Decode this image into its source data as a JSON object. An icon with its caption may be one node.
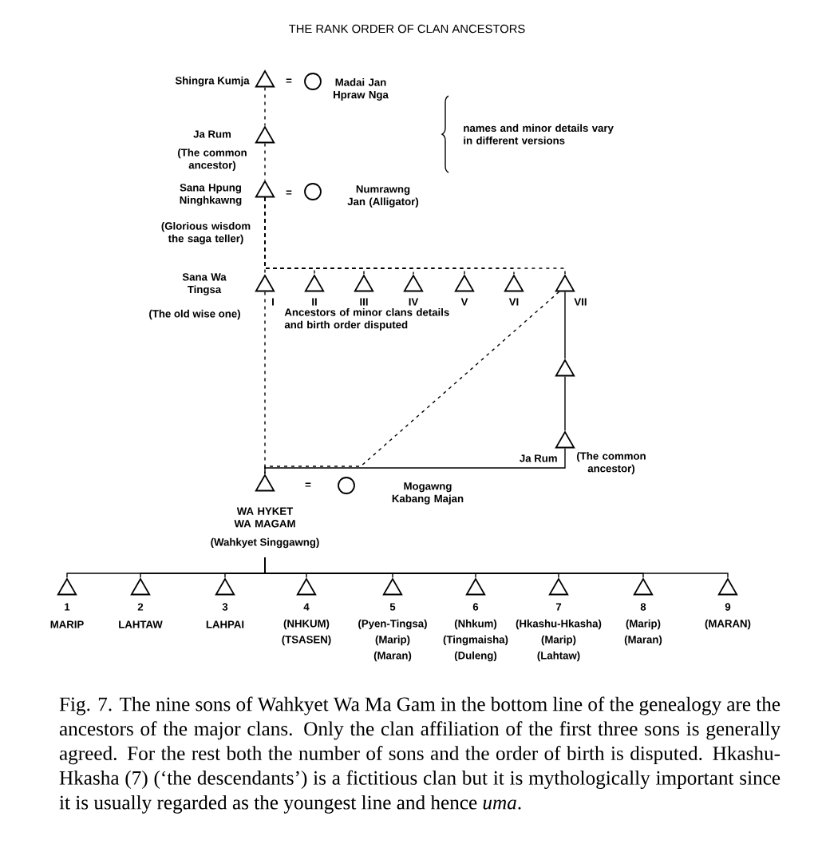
{
  "diagram": {
    "title": "THE RANK ORDER OF CLAN ANCESTORS",
    "caption": "Fig. 7. The nine sons of Wahkyet Wa Ma Gam in the bottom line of the genealogy are the ancestors of the major clans. Only the clan affiliation of the first three sons is generally agreed. For the rest both the number of sons and the order of birth is disputed. Hkashu-Hkasha (7) (‘the descendants’) is a fictitious clan but it is mythologically important since it is usually regarded as the youngest line and hence *uma*.",
    "nodes": [
      {
        "text": [],
        "shape": "triangle",
        "beside": [
          "Shingra Kumja"
        ]
      },
      {
        "text": [],
        "shape": "circle",
        "beside": [
          "Madai Jan Hpraw Nga"
        ]
      },
      {
        "text": [],
        "shape": "triangle",
        "beside": [
          "Ja Rum",
          "(The common ancestor)"
        ]
      },
      {
        "text": [],
        "shape": "triangle",
        "beside": [
          "Sana Hpung Ninghkawng",
          "(Glorious wisdom the saga teller)"
        ]
      },
      {
        "text": [],
        "shape": "circle",
        "beside": [
          "Numrawng Jan (Alligator)"
        ]
      },
      {
        "text": [],
        "shape": "triangle",
        "beside": [
          "I",
          "Sana Wa Tingsa",
          "(The old wise one)"
        ]
      },
      {
        "text": [],
        "shape": "triangle",
        "beside": [
          "II"
        ]
      },
      {
        "text": [],
        "shape": "triangle",
        "beside": [
          "III"
        ]
      },
      {
        "text": [],
        "shape": "triangle",
        "beside": [
          "IV"
        ]
      },
      {
        "text": [],
        "shape": "triangle",
        "beside": [
          "V"
        ]
      },
      {
        "text": [],
        "shape": "triangle",
        "beside": [
          "VI"
        ]
      },
      {
        "text": [],
        "shape": "triangle",
        "beside": [
          "VII"
        ]
      },
      {
        "text": [],
        "shape": "triangle"
      },
      {
        "text": [],
        "shape": "triangle",
        "beside": [
          "Ja Rum",
          "(The common ancestor)"
        ]
      },
      {
        "text": [],
        "shape": "triangle",
        "beside": [
          "WA HYKET WA MAGAM",
          "(Wahkyet Singgawng)"
        ]
      },
      {
        "text": [],
        "shape": "circle",
        "beside": [
          "Mogawng Kabang Majan"
        ]
      },
      {
        "text": [],
        "shape": "triangle",
        "beside": [
          "1",
          "MARIP"
        ]
      },
      {
        "text": [],
        "shape": "triangle",
        "beside": [
          "2",
          "LAHTAW"
        ]
      },
      {
        "text": [],
        "shape": "triangle",
        "beside": [
          "3",
          "LAHPAI"
        ]
      },
      {
        "text": [],
        "shape": "triangle",
        "beside": [
          "4",
          "(NHKUM)",
          "(TSASEN)"
        ]
      },
      {
        "text": [],
        "shape": "triangle",
        "beside": [
          "5",
          "(Pyen-Tingsa)",
          "(Marip)",
          "(Maran)"
        ]
      },
      {
        "text": [],
        "shape": "triangle",
        "beside": [
          "6",
          "(Nhkum)",
          "(Tingmaisha)",
          "(Duleng)"
        ]
      },
      {
        "text": [],
        "shape": "triangle",
        "beside": [
          "7",
          "(Hkashu-Hkasha)",
          "(Marip)",
          "(Lahtaw)"
        ]
      },
      {
        "text": [],
        "shape": "triangle",
        "beside": [
          "8",
          "(Marip)",
          "(Maran)"
        ]
      },
      {
        "text": [],
        "shape": "triangle",
        "beside": [
          "9",
          "(MARAN)"
        ]
      }
    ],
    "edges": [
      {
        "from": 0,
        "to": 2,
        "arrow": "none",
        "style": "dashed"
      },
      {
        "from": 2,
        "to": 3,
        "arrow": "none",
        "style": "dashed"
      },
      {
        "from": 3,
        "to": 5,
        "arrow": "none",
        "style": "dashed"
      },
      {
        "from": 3,
        "to": 6,
        "arrow": "none",
        "style": "dashed"
      },
      {
        "from": 3,
        "to": 7,
        "arrow": "none",
        "style": "dashed"
      },
      {
        "from": 3,
        "to": 8,
        "arrow": "none",
        "style": "dashed"
      },
      {
        "from": 3,
        "to": 9,
        "arrow": "none",
        "style": "dashed"
      },
      {
        "from": 3,
        "to": 10,
        "arrow": "none",
        "style": "dashed"
      },
      {
        "from": 3,
        "to": 11,
        "arrow": "none",
        "style": "dashed"
      },
      {
        "from": 5,
        "to": 14,
        "arrow": "none",
        "style": "dashed"
      },
      {
        "from": 11,
        "to": 12,
        "arrow": "none"
      },
      {
        "from": 12,
        "to": 13,
        "arrow": "none"
      },
      {
        "from": 13,
        "to": 14,
        "arrow": "none"
      },
      {
        "from": 11,
        "to": 14,
        "arrow": "none",
        "style": "dashed"
      },
      {
        "from": 14,
        "to": 16,
        "arrow": "none"
      },
      {
        "from": 14,
        "to": 17,
        "arrow": "none"
      },
      {
        "from": 14,
        "to": 18,
        "arrow": "none"
      },
      {
        "from": 14,
        "to": 19,
        "arrow": "none"
      },
      {
        "from": 14,
        "to": 20,
        "arrow": "none"
      },
      {
        "from": 14,
        "to": 21,
        "arrow": "none"
      },
      {
        "from": 14,
        "to": 22,
        "arrow": "none"
      },
      {
        "from": 14,
        "to": 23,
        "arrow": "none"
      },
      {
        "from": 14,
        "to": 24,
        "arrow": "none"
      }
    ],
    "labels": [
      "=",
      "names and minor details vary in different versions",
      "=",
      "Ancestors of minor clans details and birth order disputed",
      "="
    ]
  }
}
